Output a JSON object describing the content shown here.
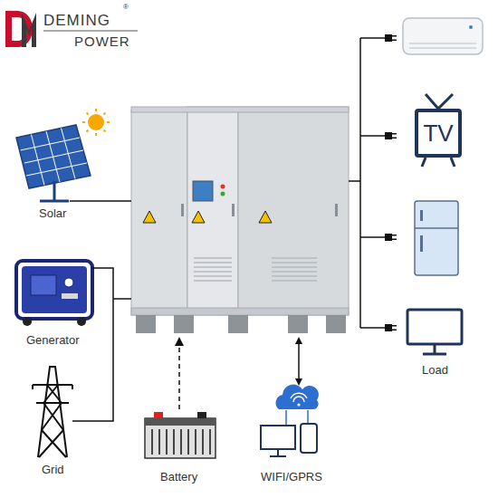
{
  "diagram": {
    "nodes": [
      {
        "text": [
          "TV"
        ]
      }
    ],
    "labels": [
      "DEMING",
      "POWER",
      "®",
      "Solar",
      "Generator",
      "Grid",
      "Battery",
      "WIFI/GPRS",
      "Load"
    ]
  }
}
